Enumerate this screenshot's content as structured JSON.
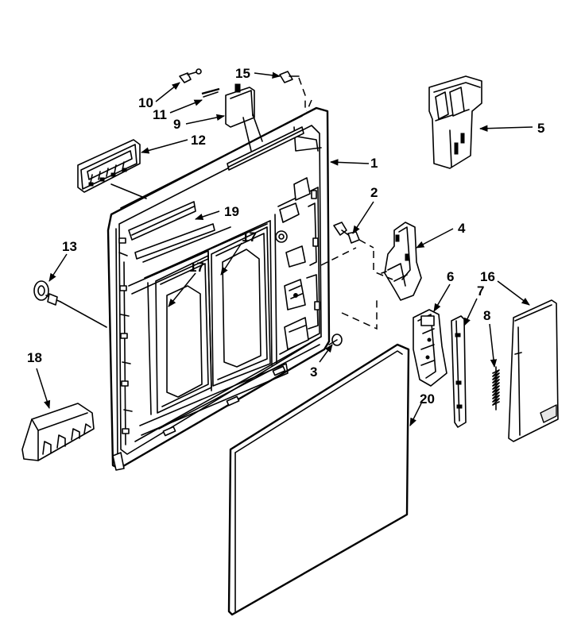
{
  "diagram": {
    "callouts": [
      {
        "id": "c1",
        "label": "1"
      },
      {
        "id": "c2",
        "label": "2"
      },
      {
        "id": "c3",
        "label": "3"
      },
      {
        "id": "c4",
        "label": "4"
      },
      {
        "id": "c5",
        "label": "5"
      },
      {
        "id": "c6",
        "label": "6"
      },
      {
        "id": "c7",
        "label": "7"
      },
      {
        "id": "c8",
        "label": "8"
      },
      {
        "id": "c9",
        "label": "9"
      },
      {
        "id": "c10",
        "label": "10"
      },
      {
        "id": "c11",
        "label": "11"
      },
      {
        "id": "c12",
        "label": "12"
      },
      {
        "id": "c13",
        "label": "13"
      },
      {
        "id": "c15",
        "label": "15"
      },
      {
        "id": "c16",
        "label": "16"
      },
      {
        "id": "c17a",
        "label": "17"
      },
      {
        "id": "c17b",
        "label": "17"
      },
      {
        "id": "c18",
        "label": "18"
      },
      {
        "id": "c19",
        "label": "19"
      },
      {
        "id": "c20",
        "label": "20"
      }
    ]
  }
}
